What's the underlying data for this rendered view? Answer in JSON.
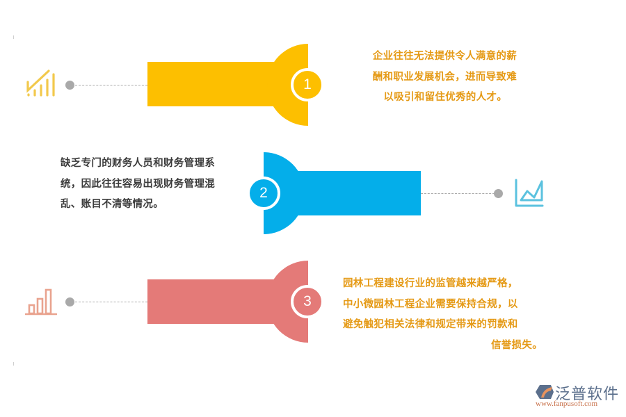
{
  "colors": {
    "item1": "#FDBF00",
    "item2": "#04AEEA",
    "item3": "#E47A78",
    "text_accent": "#E59A16",
    "text_dark": "#3B3B3B",
    "connector": "#A9A9A9"
  },
  "items": [
    {
      "number": "1",
      "icon": "bar-chart-rising-icon",
      "lines": [
        "企业往往无法提供令人满意的薪",
        "酬和职业发展机会，进而导致难",
        "以吸引和留住优秀的人才。"
      ]
    },
    {
      "number": "2",
      "icon": "area-chart-icon",
      "lines": [
        "缺乏专门的财务人员和财务管理系",
        "统，因此往往容易出现财务管理混",
        "乱、账目不清等情况。"
      ]
    },
    {
      "number": "3",
      "icon": "bar-chart-icon",
      "lines": [
        "园林工程建设行业的监管越来越严格，",
        "中小微园林工程企业需要保持合规，以",
        "避免触犯相关法律和规定带来的罚款和",
        "信誉损失。"
      ]
    }
  ],
  "logo": {
    "name": "泛普软件",
    "url": "www.fanpusoft.com"
  }
}
